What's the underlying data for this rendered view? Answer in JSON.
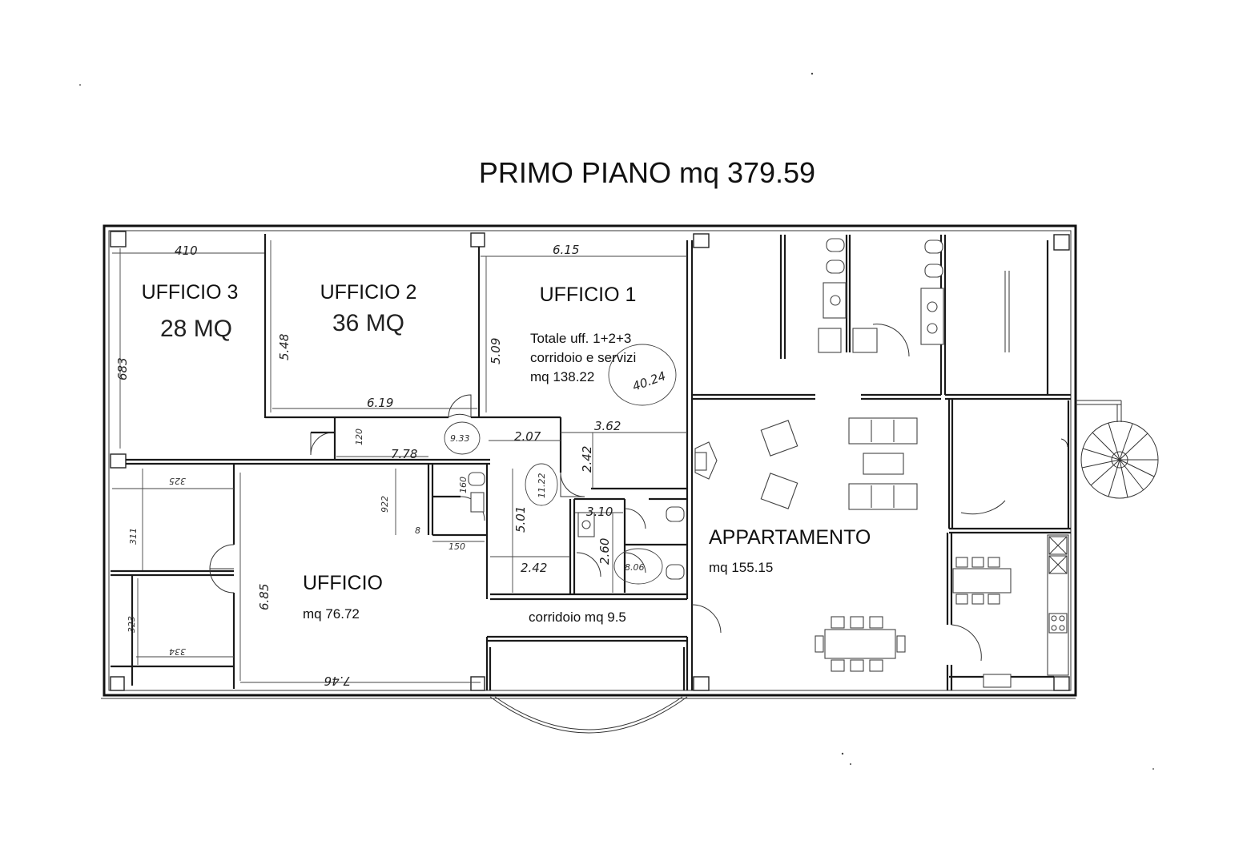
{
  "title": "PRIMO PIANO mq 379.59",
  "rooms": {
    "ufficio3": {
      "name": "UFFICIO 3",
      "area": "28 MQ"
    },
    "ufficio2": {
      "name": "UFFICIO 2",
      "area": "36 MQ"
    },
    "ufficio1": {
      "name": "UFFICIO 1",
      "note_line1": "Totale uff. 1+2+3",
      "note_line2": "corridoio e servizi",
      "note_line3": "mq 138.22"
    },
    "ufficio": {
      "name": "UFFICIO",
      "area": "mq 76.72"
    },
    "appartamento": {
      "name": "APPARTAMENTO",
      "area": "mq 155.15"
    },
    "corridoio": {
      "label": "corridoio mq 9.5"
    }
  },
  "dimensions": {
    "d410": "410",
    "d615": "6.15",
    "d683": "683",
    "d548": "5.48",
    "d509": "5.09",
    "d619": "6.19",
    "d778": "7.78",
    "d933": "9.33",
    "d207": "2.07",
    "d362": "3.62",
    "d242a": "2.42",
    "d1122": "11.22",
    "d501": "5.01",
    "d4024": "40.24",
    "d310": "3.10",
    "d260": "2.60",
    "d806": "8.06",
    "d242b": "2.42",
    "d685": "6.85",
    "d746": "7.46",
    "d325": "325",
    "d311": "311",
    "d323": "323",
    "d334": "334",
    "d922": "922",
    "d150": "150",
    "d120": "120",
    "d160": "160",
    "d8": "8"
  }
}
